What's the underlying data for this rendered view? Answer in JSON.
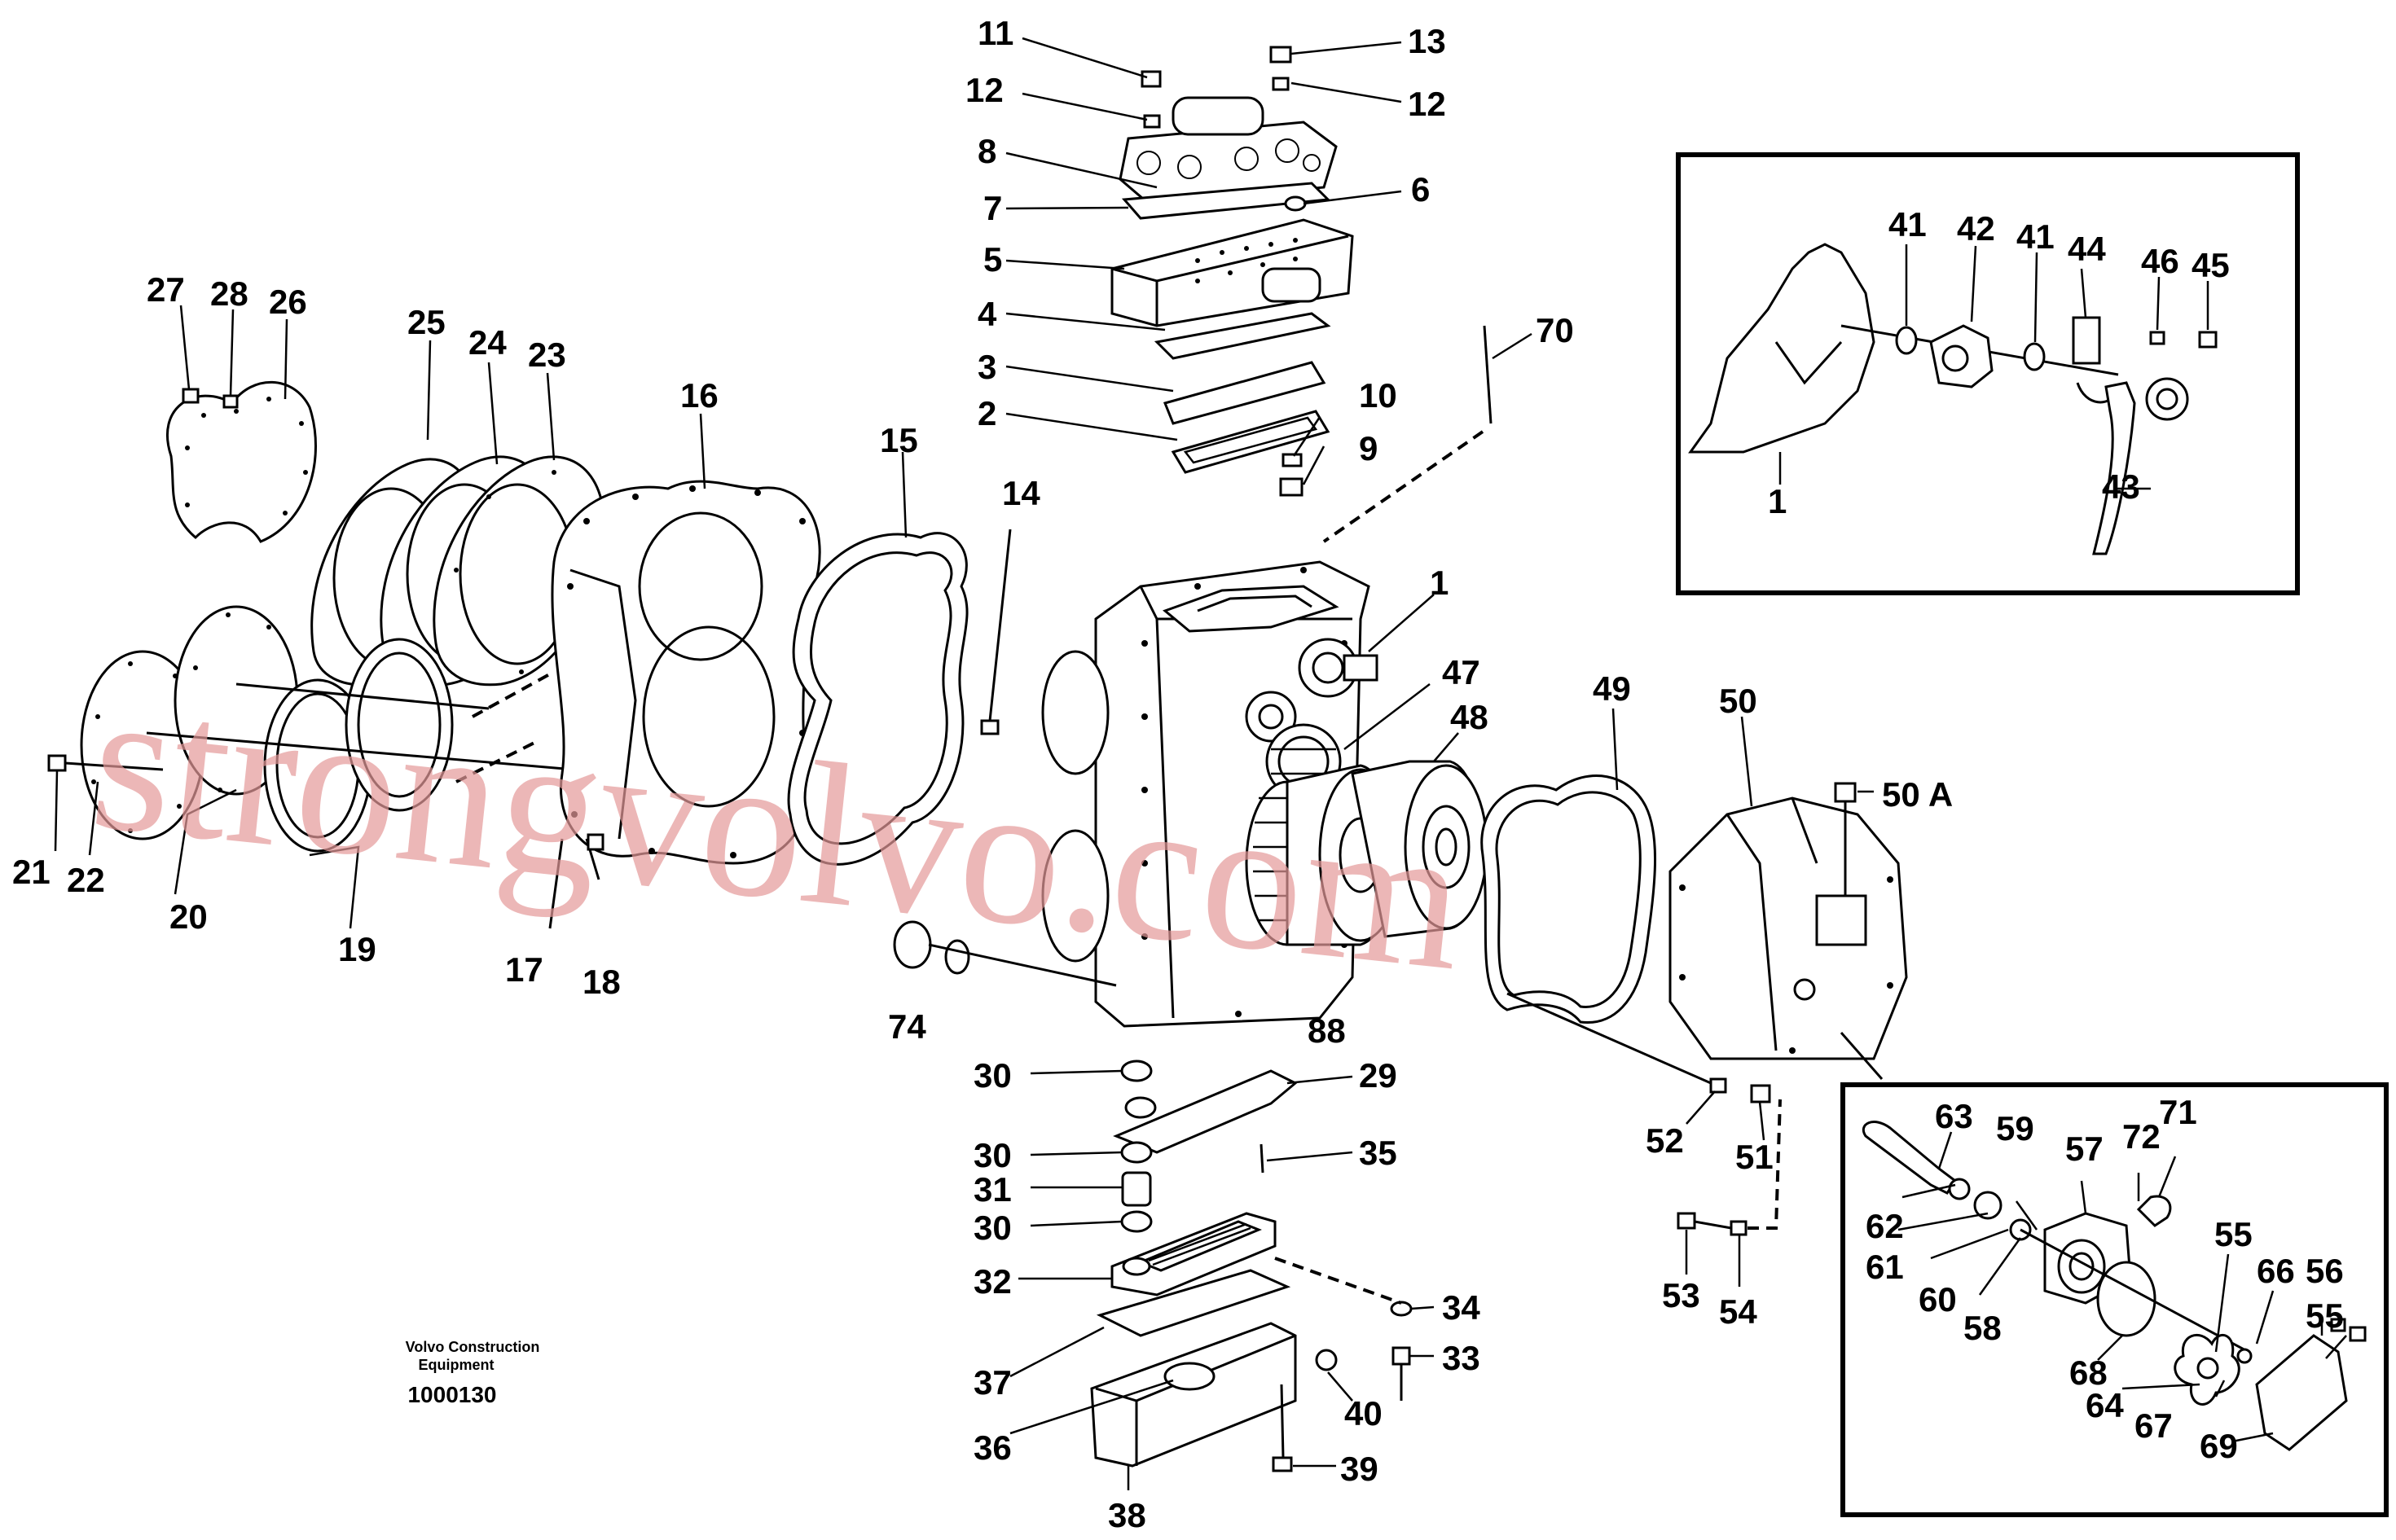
{
  "labels": {
    "l1": "1",
    "l1b": "1",
    "l2": "2",
    "l3": "3",
    "l4": "4",
    "l5": "5",
    "l6": "6",
    "l7": "7",
    "l8": "8",
    "l9": "9",
    "l10": "10",
    "l11": "11",
    "l12": "12",
    "l12b": "12",
    "l13": "13",
    "l14": "14",
    "l15": "15",
    "l16": "16",
    "l17": "17",
    "l18": "18",
    "l19": "19",
    "l20": "20",
    "l21": "21",
    "l22": "22",
    "l23": "23",
    "l24": "24",
    "l25": "25",
    "l26": "26",
    "l27": "27",
    "l28": "28",
    "l29": "29",
    "l30a": "30",
    "l30b": "30",
    "l30c": "30",
    "l31": "31",
    "l32": "32",
    "l33": "33",
    "l34": "34",
    "l35": "35",
    "l36": "36",
    "l37": "37",
    "l38": "38",
    "l39": "39",
    "l40": "40",
    "l41a": "41",
    "l41b": "41",
    "l42": "42",
    "l43": "43",
    "l44": "44",
    "l45": "45",
    "l46": "46",
    "l47": "47",
    "l48": "48",
    "l49": "49",
    "l50": "50",
    "l50a": "50 A",
    "l51": "51",
    "l52": "52",
    "l53": "53",
    "l54": "54",
    "l55a": "55",
    "l55b": "55",
    "l56": "56",
    "l57": "57",
    "l58": "58",
    "l59": "59",
    "l60": "60",
    "l61": "61",
    "l62": "62",
    "l63": "63",
    "l64": "64",
    "l66": "66",
    "l67": "67",
    "l68": "68",
    "l69": "69",
    "l70": "70",
    "l71": "71",
    "l72": "72",
    "l74": "74",
    "l88": "88"
  },
  "caption": {
    "company": "Volvo Construction",
    "company2": "Equipment",
    "figure_number": "1000130"
  },
  "watermark": "strongvolvo.com",
  "colors": {
    "watermark": "#e59a9a",
    "ink": "#000000"
  }
}
